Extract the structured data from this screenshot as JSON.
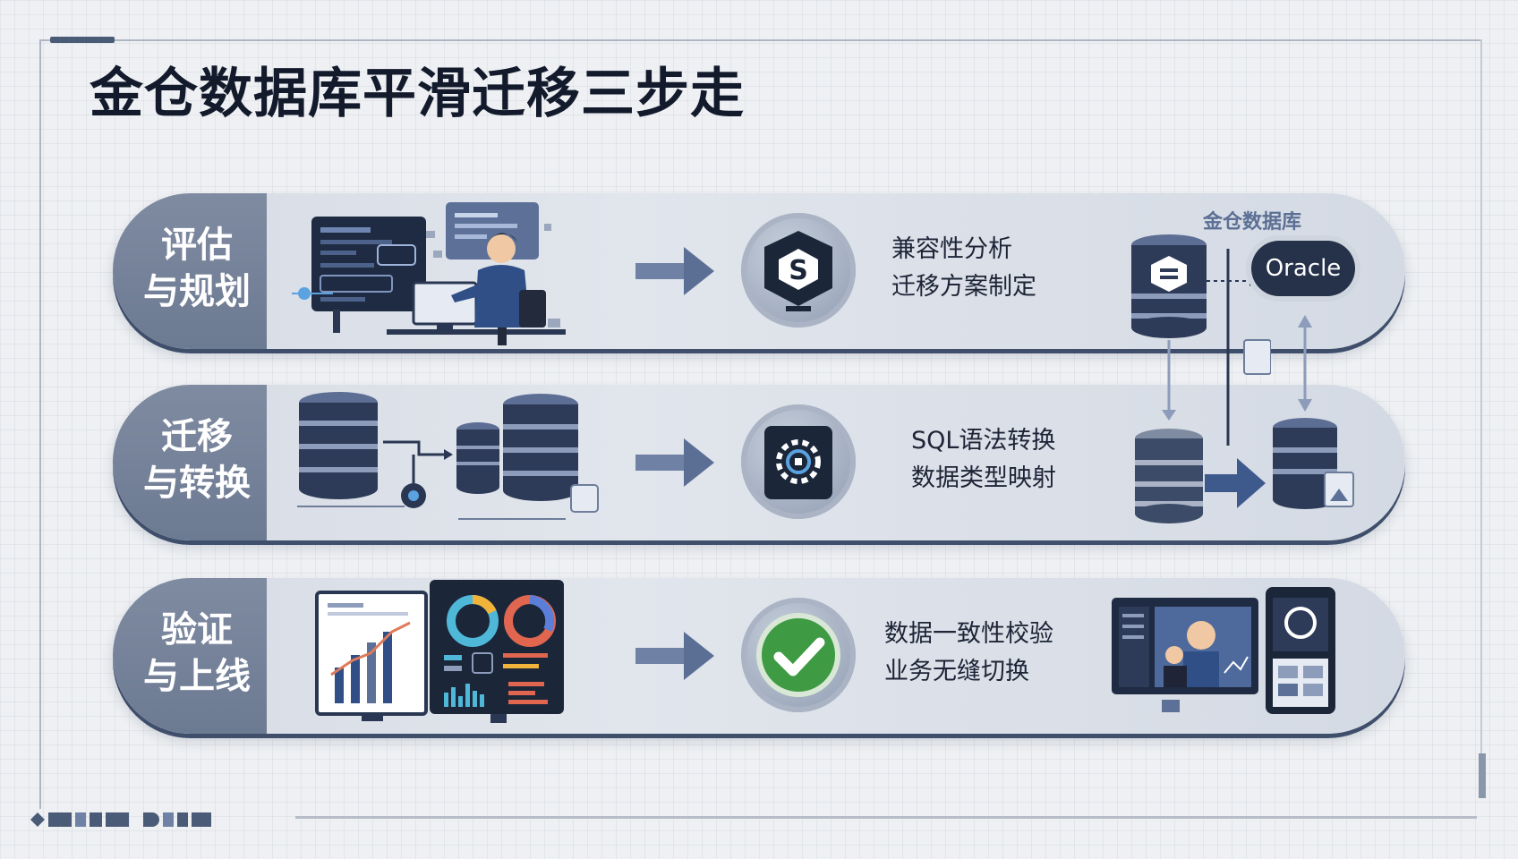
{
  "title": "金仓数据库平滑迁移三步走",
  "steps": [
    {
      "label_line1": "评估",
      "label_line2": "与规划",
      "icon": "hexagon-s-icon",
      "desc_line1": "兼容性分析",
      "desc_line2": "迁移方案制定"
    },
    {
      "label_line1": "迁移",
      "label_line2": "与转换",
      "icon": "chip-gear-icon",
      "desc_line1": "SQL语法转换",
      "desc_line2": "数据类型映射"
    },
    {
      "label_line1": "验证",
      "label_line2": "与上线",
      "icon": "check-circle-icon",
      "desc_line1": "数据一致性校验",
      "desc_line2": "业务无缝切换"
    }
  ],
  "side": {
    "db_label": "金仓数据库",
    "oracle_label": "Oracle"
  },
  "colors": {
    "navy": "#25324a",
    "accent": "#4a5b78",
    "check_green": "#3e9a43"
  }
}
